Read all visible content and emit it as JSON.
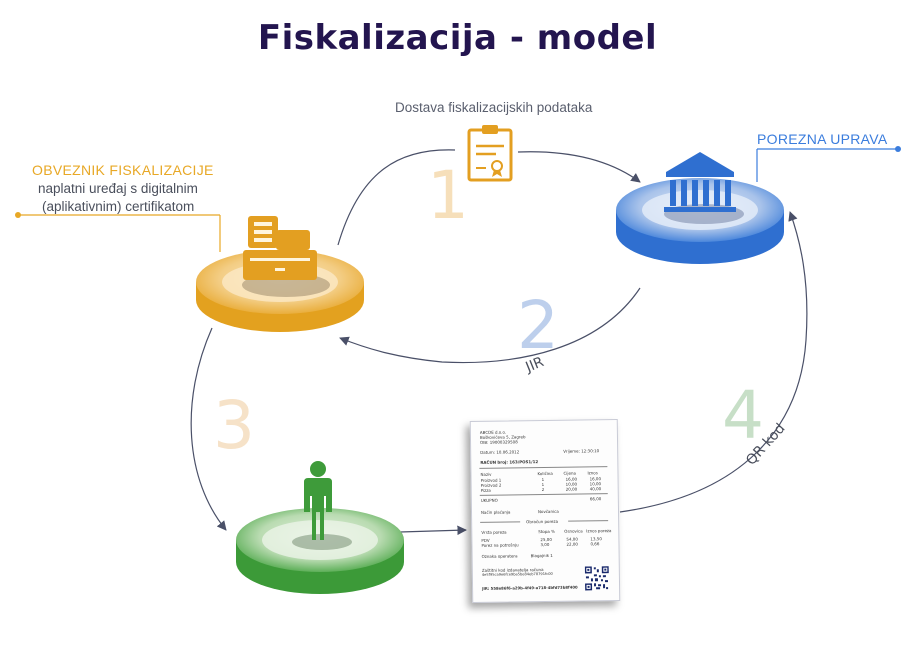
{
  "title": "Fiskalizacija - model",
  "labels": {
    "delivery": "Dostava fiskalizacijskih podataka",
    "porezna": "POREZNA UPRAVA",
    "obveznik": "OBVEZNIK FISKALIZACIJE",
    "obveznik_sub1": "naplatni uređaj s digitalnim",
    "obveznik_sub2": "(aplikativnim) certifikatom",
    "jir": "JIR",
    "qr": "QR kod"
  },
  "steps": [
    "1",
    "2",
    "3",
    "4"
  ],
  "icons": {
    "certificate": "certificate-icon",
    "bank": "bank-icon",
    "register": "cash-register-icon",
    "person": "person-icon",
    "qr": "qr-code-icon"
  },
  "colors": {
    "title": "#23154f",
    "orange": "#e8a826",
    "blue": "#2f6fd0",
    "green": "#3e9b3a",
    "step_orange": "#f4d9b0",
    "step_blue": "#b9cbe9",
    "step_green": "#c3dcc3",
    "arrow": "#4a5068"
  },
  "receipt": {
    "company": "ABCDE d.o.o.",
    "address": "Boškovićeva 5, Zagreb",
    "oib": "OIB: 19000329508",
    "date_label": "Datum: 10.06.2012",
    "time_label": "Vrijeme: 12:30:10",
    "bill_no": "RAČUN broj: 163/POS1/12",
    "headers": [
      "Naziv",
      "Količina",
      "Cijena",
      "Iznos"
    ],
    "rows": [
      [
        "Proizvod 1",
        "1",
        "16,00",
        "16,00"
      ],
      [
        "Proizvod 2",
        "1",
        "10,00",
        "10,00"
      ],
      [
        "Pizza",
        "2",
        "20,00",
        "40,00"
      ]
    ],
    "total_label": "UKUPNO",
    "total_value": "66,00",
    "payment_label": "Način plaćanja",
    "payment_value": "Novčanica",
    "tax_section": "Obračun poreza",
    "tax_headers": [
      "Vrsta poreza",
      "Stopa %",
      "Osnovica",
      "Iznos poreza"
    ],
    "tax_rows": [
      [
        "PDV",
        "25,00",
        "54,00",
        "13,50"
      ],
      [
        "Porez na potrošnju",
        "3,00",
        "22,00",
        "0,66"
      ]
    ],
    "operator": "Oznaka operatera",
    "operator_value": "Blagajnik 1",
    "zki_label": "Zaštitni kod izdavatelja računa",
    "zki_value": "4e5f95ca9e6fce9ba5be84eb78791fc00",
    "jir_value": "JIR: 558e86f6-a29b-4f49-a718-4bfd73b8f400"
  }
}
